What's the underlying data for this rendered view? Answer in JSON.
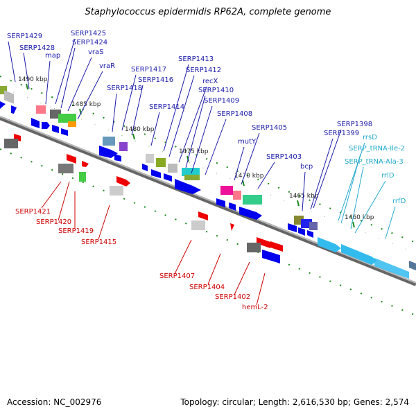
{
  "title": "Staphylococcus epidermidis RP62A, complete genome",
  "footer": {
    "accession": "Accession: NC_002976",
    "summary": "Topology: circular; Length: 2,616,530 bp; Genes: 2,574"
  },
  "colors": {
    "backbone": "#808080",
    "forward_cds": "#0000ee",
    "reverse_cds": "#ee0000",
    "rna": "#33bbee",
    "tick": "#228b22",
    "label_blue": "#1a1aaa",
    "label_red": "#cc0000",
    "label_cyan": "#22aacc"
  },
  "kbp_ticks": [
    "1490 kbp",
    "1485 kbp",
    "1480 kbp",
    "1475 kbp",
    "1470 kbp",
    "1465 kbp",
    "1460 kbp"
  ],
  "forward_labels": [
    "SERP1429",
    "SERP1428",
    "SERP1425",
    "SERP1424",
    "map",
    "vraS",
    "vraR",
    "SERP1417",
    "SERP1416",
    "SERP1418",
    "SERP1413",
    "SERP1412",
    "recX",
    "SERP1410",
    "SERP1409",
    "SERP1414",
    "SERP1408",
    "SERP1405",
    "mutY",
    "SERP1403",
    "bcp",
    "SERP1398",
    "SERP1399"
  ],
  "rna_labels": [
    "rrsD",
    "SERP_tRNA-Ile-2",
    "SERP_tRNA-Ala-3",
    "rrlD",
    "rrfD"
  ],
  "reverse_labels": [
    "SERP1421",
    "SERP1420",
    "SERP1419",
    "SERP1415",
    "SERP1407",
    "SERP1404",
    "SERP1402",
    "hemL-2"
  ]
}
